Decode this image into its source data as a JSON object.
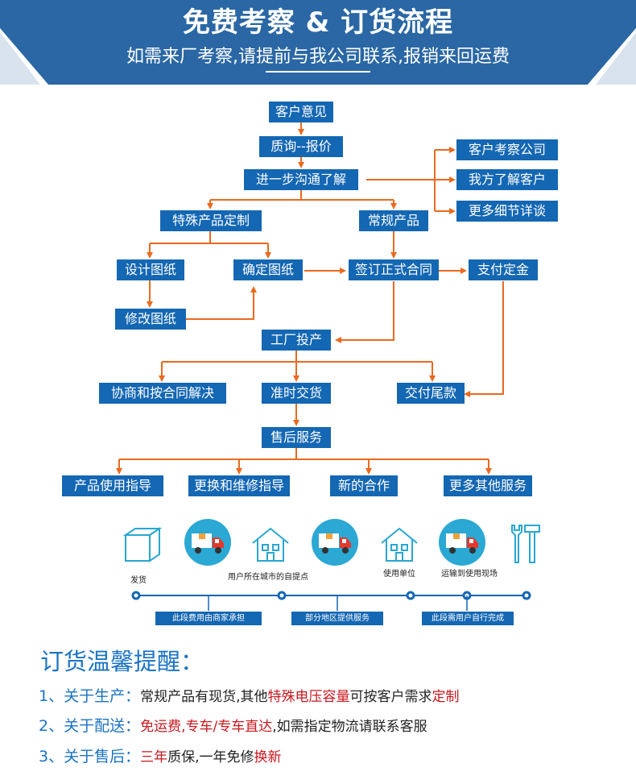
{
  "banner": {
    "title": "免费考察 & 订货流程",
    "subtitle": "如需来厂考察,请提前与我公司联系,报销来回运费",
    "color": "#2a67a4"
  },
  "flow": {
    "box_color": "#1467b3",
    "arrow_color": "#ea6a1e",
    "nodes": {
      "customer_opinion": "客户意见",
      "inquiry_quote": "质询--报价",
      "further_communicate": "进一步沟通了解",
      "customer_visit_company": "客户考察公司",
      "we_visit_customer": "我方了解客户",
      "more_details": "更多细节详谈",
      "special_product": "特殊产品定制",
      "regular_product": "常规产品",
      "design_drawing": "设计图纸",
      "confirm_drawing": "确定图纸",
      "sign_contract": "签订正式合同",
      "pay_deposit": "支付定金",
      "modify_drawing": "修改图纸",
      "factory_production": "工厂投产",
      "negotiate_resolve": "协商和按合同解决",
      "on_time_delivery": "准时交货",
      "pay_balance": "交付尾款",
      "after_sales": "售后服务",
      "usage_guide": "产品使用指导",
      "replace_repair_guide": "更换和维修指导",
      "new_cooperation": "新的合作",
      "more_services": "更多其他服务"
    }
  },
  "logistics": {
    "icons": [
      "box-icon",
      "truck-icon",
      "house-icon",
      "truck-icon",
      "house-icon",
      "truck-icon",
      "tools-icon"
    ],
    "labels": {
      "ship": "发货",
      "pickup": "用户所在城市的自提点",
      "user_unit": "使用单位",
      "to_site": "运输到使用现场"
    },
    "segments": {
      "merchant": "此段费用由商家承担",
      "some_regions": "部分地区提供服务",
      "user_self": "此段需用户自行完成"
    },
    "line_color": "#1467b3"
  },
  "tips": {
    "title": "订货温馨提醒：",
    "items": [
      {
        "label": "1、关于生产：",
        "parts": [
          {
            "text": "常规产品有现货,其他",
            "style": "normal"
          },
          {
            "text": "特殊电压容量",
            "style": "red"
          },
          {
            "text": "可按客户需求",
            "style": "normal"
          },
          {
            "text": "定制",
            "style": "red"
          }
        ]
      },
      {
        "label": "2、关于配送：",
        "parts": [
          {
            "text": "免运费,专车/专车直达",
            "style": "red"
          },
          {
            "text": ",如需指定物流请联系客服",
            "style": "normal"
          }
        ]
      },
      {
        "label": "3、关于售后：",
        "parts": [
          {
            "text": "三年",
            "style": "red"
          },
          {
            "text": "质保,一年免修",
            "style": "normal"
          },
          {
            "text": "换新",
            "style": "red"
          }
        ]
      }
    ]
  }
}
